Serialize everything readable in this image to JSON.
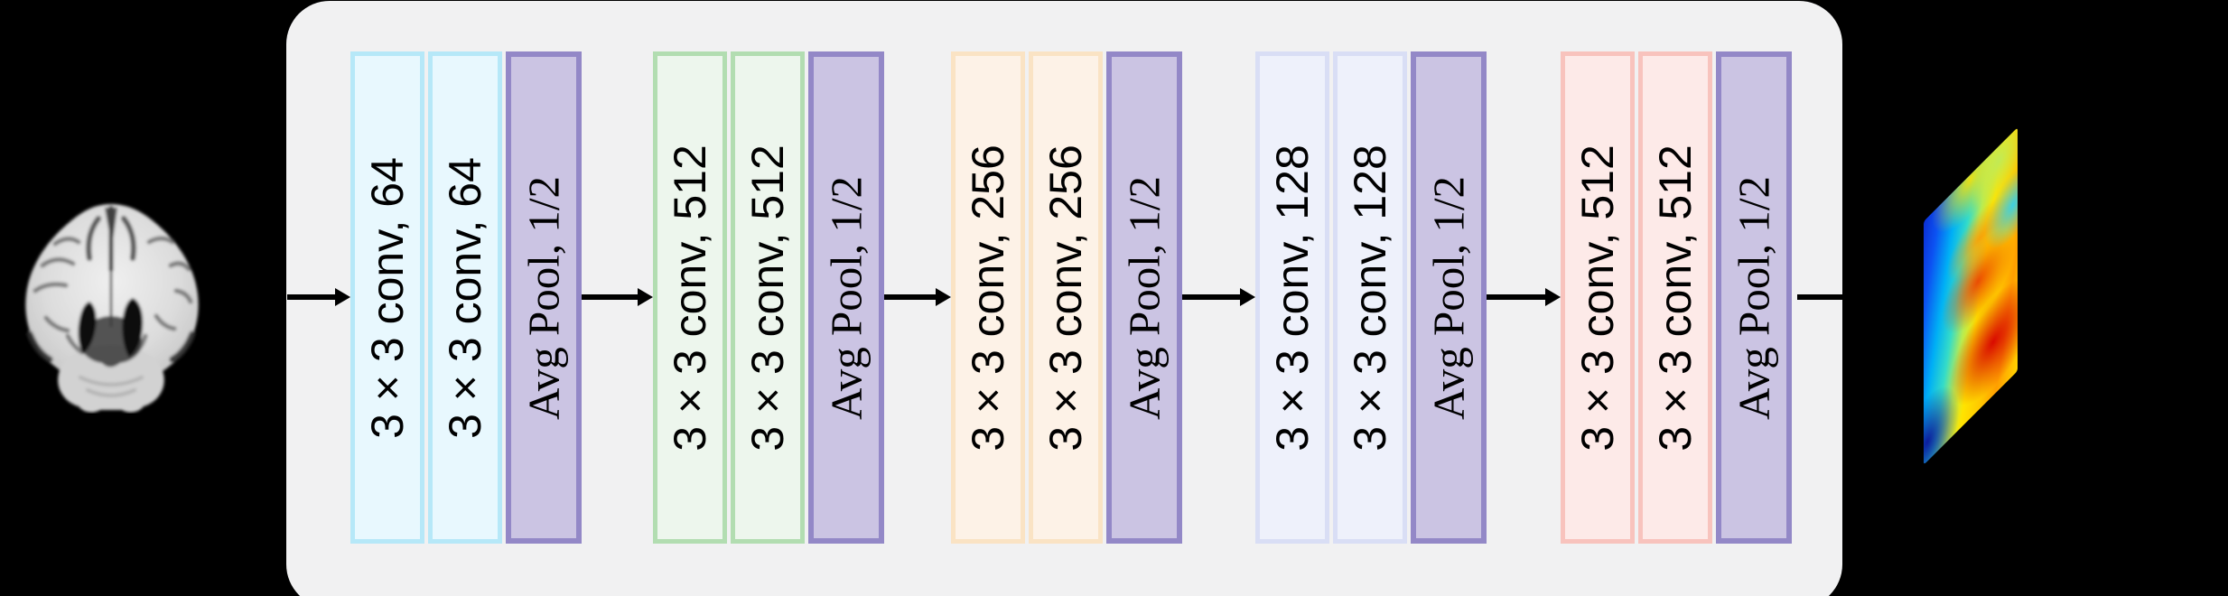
{
  "page": {
    "background": "#000000"
  },
  "panel": {
    "name": "cnn-architecture-panel",
    "background": "#f1f1f2"
  },
  "arrow_color": "#000000",
  "input_figure": {
    "name": "brain-mri-image"
  },
  "output_figure": {
    "name": "saliency-heatmap-image",
    "colormap": "jet",
    "colors": [
      "#0b2fd4",
      "#00b0f5",
      "#35dcc8",
      "#b8ec52",
      "#ffe400",
      "#ff9e00",
      "#d70000"
    ]
  },
  "pool_style": {
    "fill": "#cbc4e3",
    "border": "#9388c7"
  },
  "blocks": [
    {
      "id": "conv-block-1",
      "fill": "#e8f8fe",
      "border": "#b6e8f8",
      "bars": [
        {
          "label": "3 × 3 conv, 64"
        },
        {
          "label": "3 × 3 conv, 64"
        },
        {
          "label": "Avg Pool, 1/2"
        }
      ]
    },
    {
      "id": "conv-block-2",
      "fill": "#edf6ed",
      "border": "#b2ddb1",
      "bars": [
        {
          "label": "3 × 3 conv, 512"
        },
        {
          "label": "3 × 3 conv, 512"
        },
        {
          "label": "Avg Pool, 1/2"
        }
      ]
    },
    {
      "id": "conv-block-3",
      "fill": "#fdf2e7",
      "border": "#fae3c4",
      "bars": [
        {
          "label": "3 × 3 conv, 256"
        },
        {
          "label": "3 × 3 conv, 256"
        },
        {
          "label": "Avg Pool, 1/2"
        }
      ]
    },
    {
      "id": "conv-block-4",
      "fill": "#eef1fb",
      "border": "#d9def5",
      "bars": [
        {
          "label": "3 × 3 conv, 128"
        },
        {
          "label": "3 × 3 conv, 128"
        },
        {
          "label": "Avg Pool, 1/2"
        }
      ]
    },
    {
      "id": "conv-block-5",
      "fill": "#fdeae8",
      "border": "#f8c3bd",
      "bars": [
        {
          "label": "3 × 3 conv, 512"
        },
        {
          "label": "3 × 3 conv, 512"
        },
        {
          "label": "Avg Pool, 1/2"
        }
      ]
    }
  ]
}
